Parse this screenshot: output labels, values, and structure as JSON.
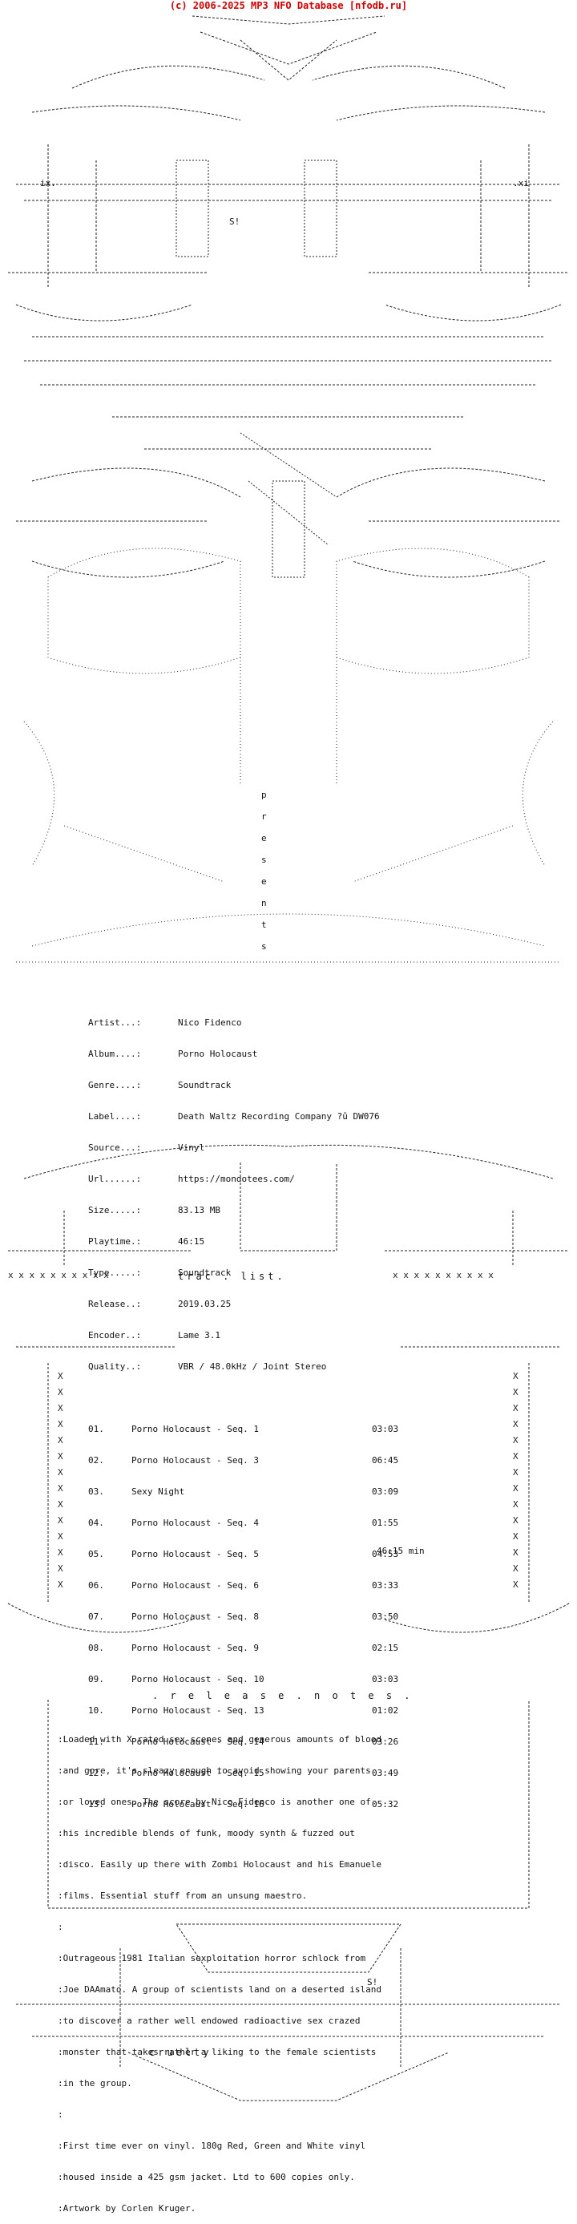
{
  "header": "(c) 2006-2025 MP3 NFO Database [nfodb.ru]",
  "ascii_markers": {
    "presents": [
      "p",
      "r",
      "e",
      "s",
      "e",
      "n",
      "t",
      "s"
    ],
    "tracklist_label": "trac . list.",
    "release_notes_label": ". r e l e a s e . n o t e s .",
    "footer_label": "cruelty",
    "crown_left": "ix.",
    "crown_right": ".xi",
    "emblem": "S!"
  },
  "info": [
    {
      "k": "Artist...:",
      "v": "Nico Fidenco"
    },
    {
      "k": "Album....:",
      "v": "Porno Holocaust"
    },
    {
      "k": "Genre....:",
      "v": "Soundtrack"
    },
    {
      "k": "Label....:",
      "v": "Death Waltz Recording Company ?û DW076"
    },
    {
      "k": "Source...:",
      "v": "Vinyl"
    },
    {
      "k": "Url......:",
      "v": "https://mondotees.com/"
    },
    {
      "k": "Size.....:",
      "v": "83.13 MB"
    },
    {
      "k": "Playtime.:",
      "v": "46:15"
    },
    {
      "k": "Type.....:",
      "v": "Soundtrack"
    },
    {
      "k": "Release..:",
      "v": "2019.03.25"
    },
    {
      "k": "Encoder..:",
      "v": "Lame 3.1"
    },
    {
      "k": "Quality..:",
      "v": "VBR / 48.0kHz / Joint Stereo"
    }
  ],
  "tracks": [
    {
      "n": "01.",
      "t": "Porno Holocaust - Seq. 1",
      "d": "03:03"
    },
    {
      "n": "02.",
      "t": "Porno Holocaust - Seq. 3",
      "d": "06:45"
    },
    {
      "n": "03.",
      "t": "Sexy Night",
      "d": "03:09"
    },
    {
      "n": "04.",
      "t": "Porno Holocaust - Seq. 4",
      "d": "01:55"
    },
    {
      "n": "05.",
      "t": "Porno Holocaust - Seq. 5",
      "d": "04:53"
    },
    {
      "n": "06.",
      "t": "Porno Holocaust - Seq. 6",
      "d": "03:33"
    },
    {
      "n": "07.",
      "t": "Porno Holocaust - Seq. 8",
      "d": "03:50"
    },
    {
      "n": "08.",
      "t": "Porno Holocaust - Seq. 9",
      "d": "02:15"
    },
    {
      "n": "09.",
      "t": "Porno Holocaust - Seq. 10",
      "d": "03:03"
    },
    {
      "n": "10.",
      "t": "Porno Holocaust - Seq. 13",
      "d": "01:02"
    },
    {
      "n": "11.",
      "t": "Porno Holocaust - Seq. 14",
      "d": "03:26"
    },
    {
      "n": "12.",
      "t": "Porno Holocaust - Seq. 15",
      "d": "03:49"
    },
    {
      "n": "13.",
      "t": "Porno Holocaust - Seq. 16",
      "d": "05:32"
    }
  ],
  "total": "46:15 min",
  "notes": [
    ":Loaded with X rated sex scenes and generous amounts of blood",
    ":and gore, it's sleazy enough to avoid showing your parents",
    ":or loved ones. The score by Nico Fidenco is another one of",
    ":his incredible blends of funk, moody synth & fuzzed out",
    ":disco. Easily up there with Zombi Holocaust and his Emanuele",
    ":films. Essential stuff from an unsung maestro.",
    ":",
    ":Outrageous 1981 Italian sexploitation horror schlock from",
    ":Joe DAAmato. A group of scientists land on a deserted island",
    ":to discover a rather well endowed radioactive sex crazed",
    ":monster that takes rather a liking to the female scientists",
    ":in the group.",
    ":",
    ":First time ever on vinyl. 180g Red, Green and White vinyl",
    ":housed inside a 425 gsm jacket. Ltd to 600 copies only.",
    ":Artwork by Corlen Kruger."
  ]
}
